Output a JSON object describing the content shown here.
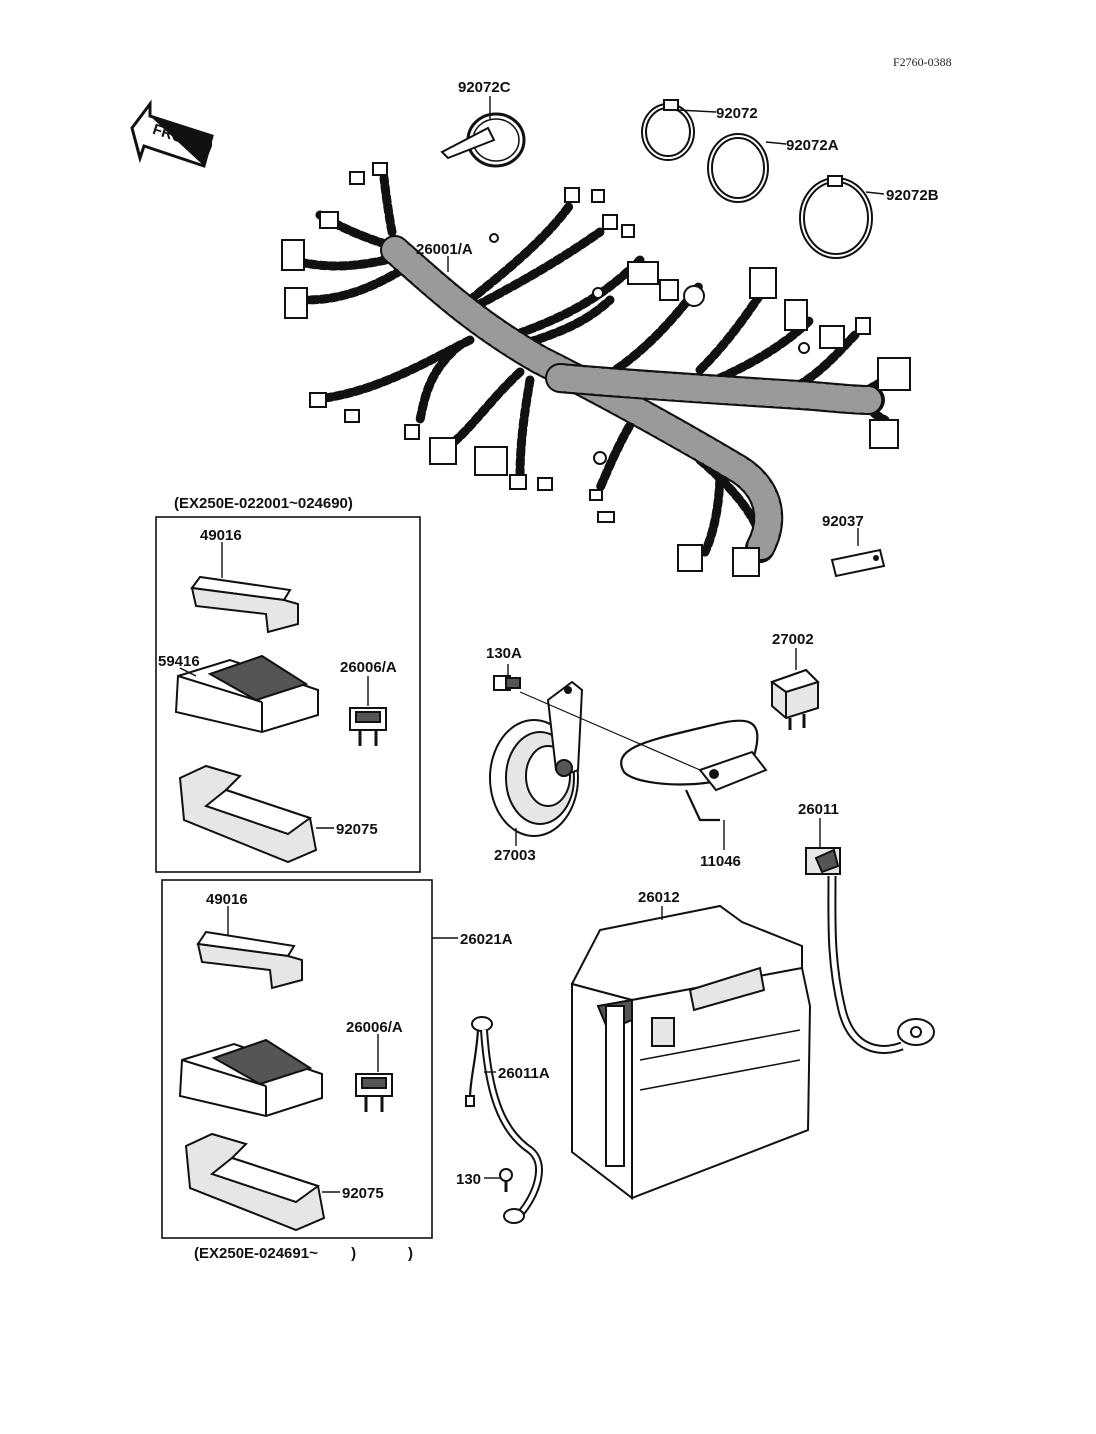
{
  "doc_code": "F2760-0388",
  "front_label": "FRONT",
  "callouts": {
    "tie_c": "92072C",
    "band": "92072",
    "band_a": "92072A",
    "band_b": "92072B",
    "harness": "26001/A",
    "clip": "92037",
    "range_top": "(EX250E-022001~024690)",
    "range_bottom": "(EX250E-024691~        )",
    "cover_top": "49016",
    "fusebox_top": "59416",
    "fuse_top": "26006/A",
    "holder_top": "92075",
    "kit": "26021A",
    "cover_bottom": "49016",
    "fuse_bottom": "26006/A",
    "holder_bottom": "92075",
    "bolt_a": "130A",
    "horn": "27003",
    "bracket": "11046",
    "relay": "27002",
    "lead_pos": "26011",
    "battery": "26012",
    "lead_neg": "26011A",
    "bolt": "130"
  }
}
